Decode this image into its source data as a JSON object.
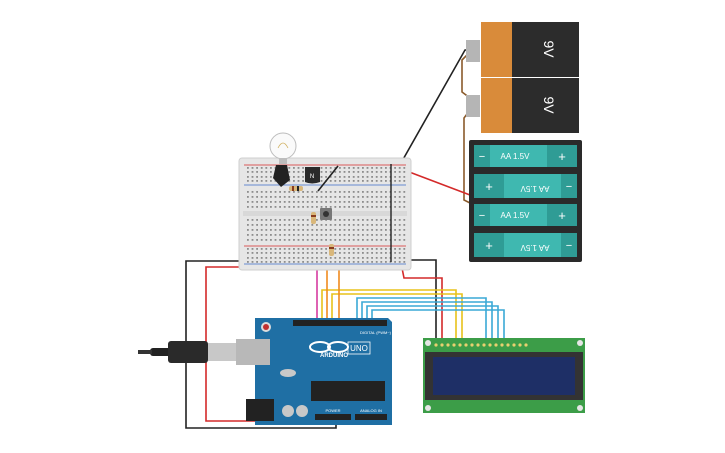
{
  "battery_9v": [
    {
      "label": "9V"
    },
    {
      "label": "9V"
    }
  ],
  "battery_aa": [
    {
      "label": "AA 1.5V",
      "left_sign": "−",
      "right_sign": "+",
      "flipped": false
    },
    {
      "label": "AA 1.5V",
      "left_sign": "+",
      "right_sign": "−",
      "flipped": true
    },
    {
      "label": "AA 1.5V",
      "left_sign": "−",
      "right_sign": "+",
      "flipped": false
    },
    {
      "label": "AA 1.5V",
      "left_sign": "+",
      "right_sign": "−",
      "flipped": true
    }
  ],
  "transistor": {
    "label": "N"
  },
  "arduino": {
    "logo_text": "ARDUINO",
    "model": "UNO",
    "digital_label": "DIGITAL (PWM~)",
    "power_label": "POWER",
    "analog_label": "ANALOG IN"
  },
  "colors": {
    "wire_red": "#d42a2a",
    "wire_black": "#222222",
    "wire_yellow": "#e8c21a",
    "wire_blue": "#3aa9d6",
    "wire_orange": "#f08a1e",
    "wire_magenta": "#d63aa0",
    "wire_brown": "#8a5a2b",
    "arduino_blue": "#1f6fa4",
    "lcd_green": "#3c9d48",
    "lcd_screen": "#1e2f66",
    "aa_teal": "#3fb8b0",
    "battery_orange": "#d98b3a",
    "battery_dark": "#2c2c2c",
    "breadboard": "#e6e6e6"
  }
}
